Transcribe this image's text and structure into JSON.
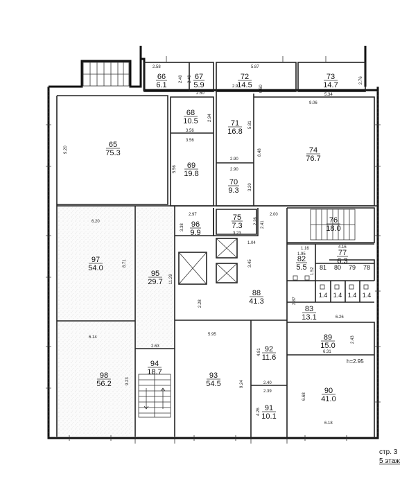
{
  "rooms": [
    {
      "num": "66",
      "area": "6.1"
    },
    {
      "num": "67",
      "area": "5.9"
    },
    {
      "num": "72",
      "area": "14.5"
    },
    {
      "num": "73",
      "area": "14.7"
    },
    {
      "num": "65",
      "area": "75.3"
    },
    {
      "num": "68",
      "area": "10.5"
    },
    {
      "num": "71",
      "area": "16.8"
    },
    {
      "num": "74",
      "area": "76.7"
    },
    {
      "num": "69",
      "area": "19.8"
    },
    {
      "num": "70",
      "area": "9.3"
    },
    {
      "num": "96",
      "area": "9.9"
    },
    {
      "num": "75",
      "area": "7.3"
    },
    {
      "num": "76",
      "area": "18.0"
    },
    {
      "num": "97",
      "area": "54.0"
    },
    {
      "num": "95",
      "area": "29.7"
    },
    {
      "num": "82",
      "area": "5.5"
    },
    {
      "num": "77",
      "area": "6.3"
    },
    {
      "num": "81",
      "area": "1.4"
    },
    {
      "num": "80",
      "area": "1.4"
    },
    {
      "num": "79",
      "area": "1.4"
    },
    {
      "num": "78",
      "area": "1.4"
    },
    {
      "num": "88",
      "area": "41.3"
    },
    {
      "num": "83",
      "area": "13.1"
    },
    {
      "num": "89",
      "area": "15.0"
    },
    {
      "num": "98",
      "area": "56.2"
    },
    {
      "num": "94",
      "area": "18.7"
    },
    {
      "num": "93",
      "area": "54.5"
    },
    {
      "num": "92",
      "area": "11.6"
    },
    {
      "num": "90",
      "area": "41.0"
    },
    {
      "num": "91",
      "area": "10.1"
    }
  ],
  "dimensions": [
    "2.58",
    "2.40",
    "2.40",
    "2.50",
    "5.87",
    "2.91",
    "0.60",
    "5.34",
    "2.76",
    "9.06",
    "2.94",
    "3.56",
    "3.56",
    "5.56",
    "9.20",
    "5.81",
    "8.48",
    "2.90",
    "2.90",
    "3.20",
    "2.97",
    "3.38",
    "2.26",
    "2.41",
    "2.00",
    "3.23",
    "1.04",
    "6.20",
    "8.71",
    "11.29",
    "3.45",
    "1.95",
    "1.16",
    "4.16",
    "1.52",
    "2.28",
    "2.87",
    "6.26",
    "6.14",
    "5.95",
    "4.81",
    "2.43",
    "6.31",
    "2.63",
    "9.23",
    "9.24",
    "2.40",
    "2.39",
    "6.68",
    "4.26",
    "6.18"
  ],
  "height_note": "h=2.95",
  "footer": {
    "page": "стр. 3",
    "floor": "5 этаж"
  }
}
